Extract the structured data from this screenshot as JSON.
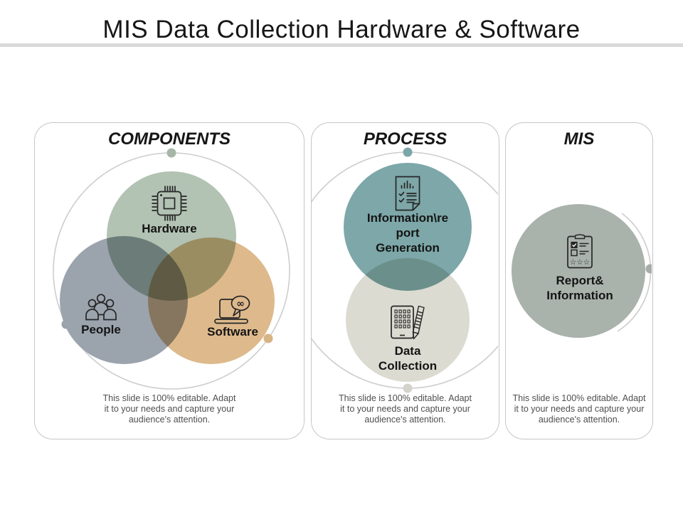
{
  "slide": {
    "title": "MIS Data Collection Hardware & Software"
  },
  "footnote": "This slide is 100% editable. Adapt it to your needs and capture your audience's attention.",
  "footnote_lines": [
    "This slide is 100% editable. Adapt",
    "it to your needs and capture your",
    "audience's attention."
  ],
  "components": {
    "heading": "COMPONENTS",
    "items": [
      {
        "label": "Hardware",
        "icon": "chip-icon",
        "color": "#b2c2b3",
        "dot_color": "#a5b6a7"
      },
      {
        "label": "People",
        "icon": "people-icon",
        "color": "#9ba3ad",
        "dot_color": "#9aa1ab"
      },
      {
        "label": "Software",
        "icon": "laptop-chat-icon",
        "color": "#ddb98c",
        "dot_color": "#d7b484"
      }
    ]
  },
  "process": {
    "heading": "PROCESS",
    "items": [
      {
        "label": "Information\\report Generation",
        "label_lines": [
          "Information\\re",
          "port",
          "Generation"
        ],
        "icon": "report-document-icon",
        "color": "#7da7a8",
        "dot_color": "#7ba6a7"
      },
      {
        "label": "Data Collection",
        "label_lines": [
          "Data",
          "Collection"
        ],
        "icon": "tablet-pencil-icon",
        "color": "#dbdbd2",
        "dot_color": "#d3d3ca"
      }
    ]
  },
  "mis": {
    "heading": "MIS",
    "items": [
      {
        "label": "Report& Information",
        "label_lines": [
          "Report&",
          "Information"
        ],
        "icon": "clipboard-checklist-icon",
        "color": "#a9b2ab",
        "dot_color": "#a6aca8"
      }
    ]
  },
  "colors": {
    "arc": "#cdcdcd",
    "panel_border": "#c6c6c6",
    "divider": "#d9d9d9",
    "heading_text": "#161616",
    "footnote_text": "#4f4f4f"
  }
}
